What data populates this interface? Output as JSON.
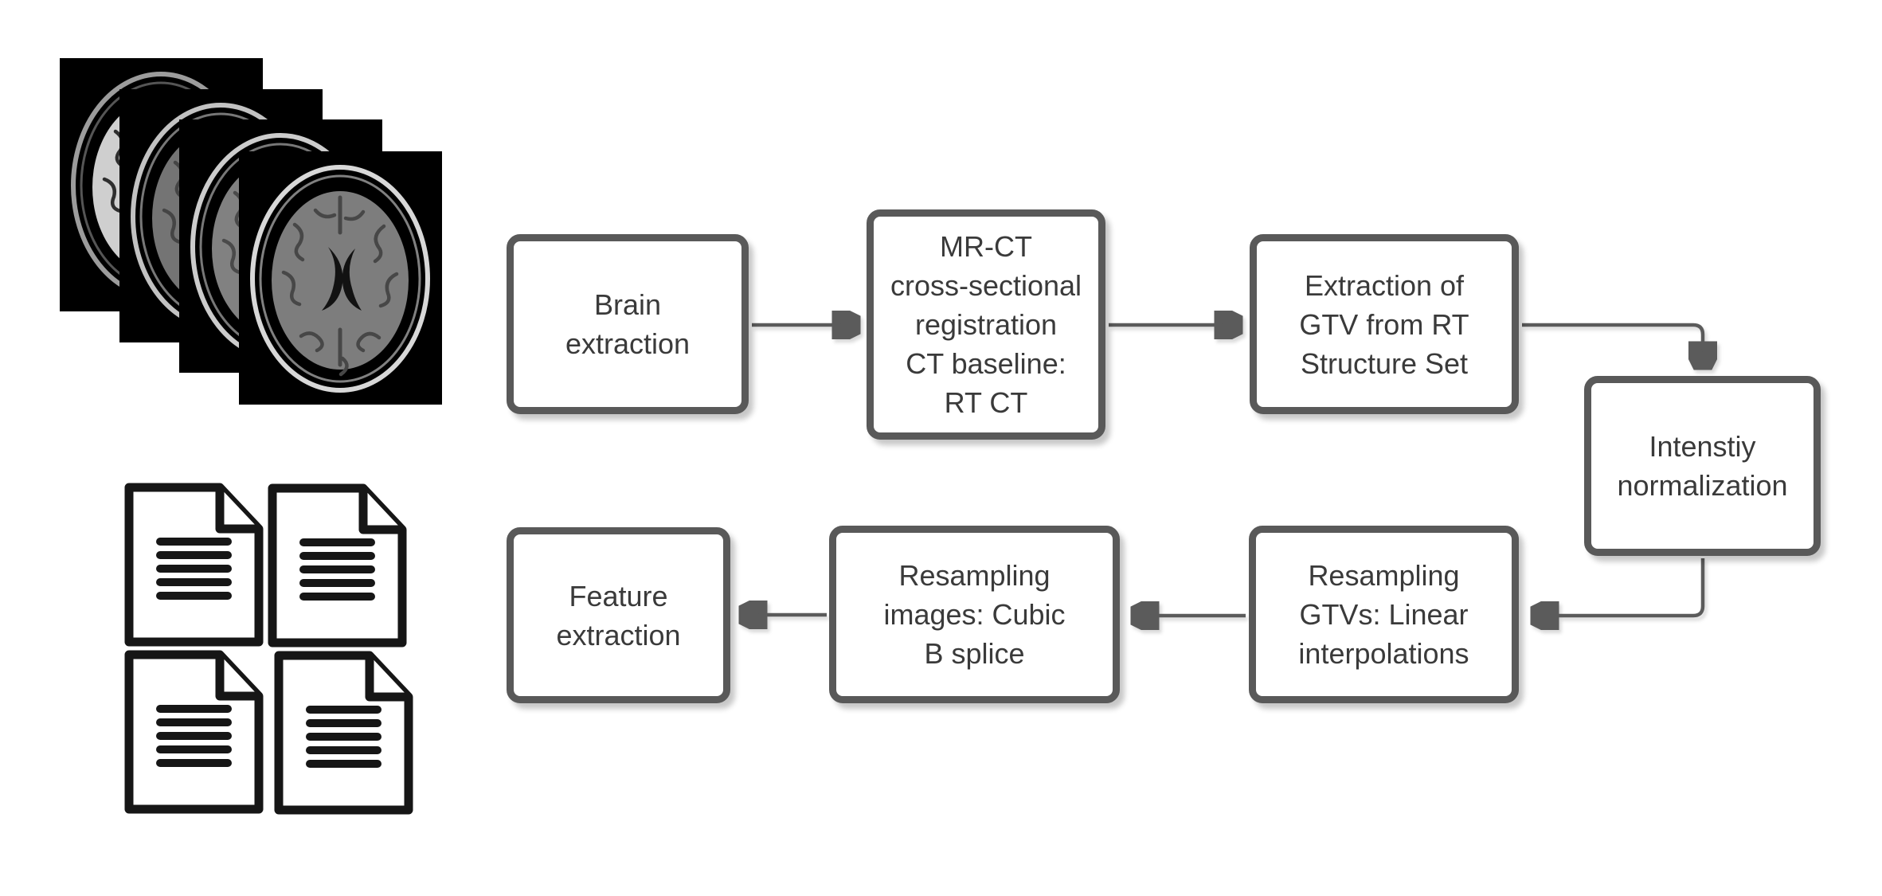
{
  "flowchart": {
    "nodes": [
      {
        "id": "brain-extraction",
        "label": "Brain\nextraction"
      },
      {
        "id": "mr-ct-registration",
        "label": "MR-CT\ncross-sectional\nregistration\nCT baseline:\nRT CT"
      },
      {
        "id": "gtv-extraction",
        "label": "Extraction of\nGTV from RT\nStructure Set"
      },
      {
        "id": "intensity-normalization",
        "label": "Intenstiy\nnormalization"
      },
      {
        "id": "feature-extraction",
        "label": "Feature\nextraction"
      },
      {
        "id": "resampling-images",
        "label": "Resampling\nimages: Cubic\nB splice"
      },
      {
        "id": "resampling-gtvs",
        "label": "Resampling\nGTVs: Linear\ninterpolations"
      }
    ],
    "connections": [
      {
        "from": "brain-extraction",
        "to": "mr-ct-registration"
      },
      {
        "from": "mr-ct-registration",
        "to": "gtv-extraction"
      },
      {
        "from": "gtv-extraction",
        "to": "intensity-normalization"
      },
      {
        "from": "intensity-normalization",
        "to": "resampling-gtvs"
      },
      {
        "from": "resampling-gtvs",
        "to": "resampling-images"
      },
      {
        "from": "resampling-images",
        "to": "feature-extraction"
      }
    ],
    "colors": {
      "node_border": "#595959",
      "node_fill": "#ffffff",
      "arrow": "#5b5b5b",
      "text": "#3a3a3a",
      "background": "#ffffff"
    }
  },
  "graphics": {
    "mri_stack": {
      "icon": "axial-brain-mri-slices",
      "slice_count": 4
    },
    "documents": {
      "icon": "document-with-folded-corner",
      "count": 4,
      "lines_per_document": 5
    }
  }
}
